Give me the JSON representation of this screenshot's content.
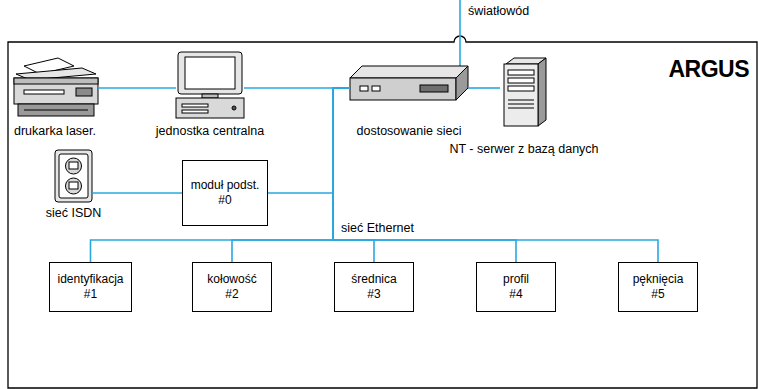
{
  "diagram": {
    "title": "ARGUS",
    "nodes": [
      {
        "text": [
          "drukarka laser."
        ]
      },
      {
        "text": [
          "jednostka centralna"
        ]
      },
      {
        "text": [
          "dostosowanie sieci"
        ]
      },
      {
        "text": [
          "NT - serwer z bazą danych"
        ]
      },
      {
        "text": [
          "sieć ISDN"
        ]
      },
      {
        "text": [
          "moduł podst.",
          "#0"
        ]
      },
      {
        "text": [
          "identyfikacja",
          "#1"
        ]
      },
      {
        "text": [
          "kołowość",
          "#2"
        ]
      },
      {
        "text": [
          "średnica",
          "#3"
        ]
      },
      {
        "text": [
          "profil",
          "#4"
        ]
      },
      {
        "text": [
          "pęknięcia",
          "#5"
        ]
      }
    ],
    "edges": [
      {
        "from": 0,
        "to": 1,
        "arrow": "none"
      },
      {
        "from": 1,
        "to": 2,
        "arrow": "none"
      },
      {
        "from": 2,
        "to": 3,
        "arrow": "none"
      },
      {
        "from": 4,
        "to": 5,
        "arrow": "none"
      },
      {
        "from": 5,
        "to": 2,
        "arrow": "none"
      },
      {
        "from": 2,
        "to": 6,
        "arrow": "none"
      },
      {
        "from": 2,
        "to": 7,
        "arrow": "none"
      },
      {
        "from": 2,
        "to": 8,
        "arrow": "none"
      },
      {
        "from": 2,
        "to": 9,
        "arrow": "none"
      },
      {
        "from": 2,
        "to": 10,
        "arrow": "none"
      }
    ],
    "labels": [
      "światłowód",
      "sieć Ethernet"
    ]
  }
}
